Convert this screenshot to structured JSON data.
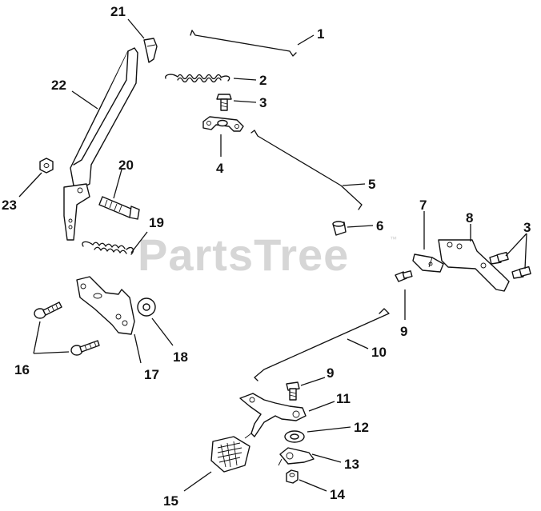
{
  "watermark": {
    "text": "PartsTree",
    "trademark": "™"
  },
  "callouts": {
    "c1": "1",
    "c2": "2",
    "c3a": "3",
    "c3b": "3",
    "c4": "4",
    "c5": "5",
    "c6": "6",
    "c7": "7",
    "c8": "8",
    "c9a": "9",
    "c9b": "9",
    "c10": "10",
    "c11": "11",
    "c12": "12",
    "c13": "13",
    "c14": "14",
    "c15": "15",
    "c16": "16",
    "c17": "17",
    "c18": "18",
    "c19": "19",
    "c20": "20",
    "c21": "21",
    "c22": "22",
    "c23": "23"
  }
}
